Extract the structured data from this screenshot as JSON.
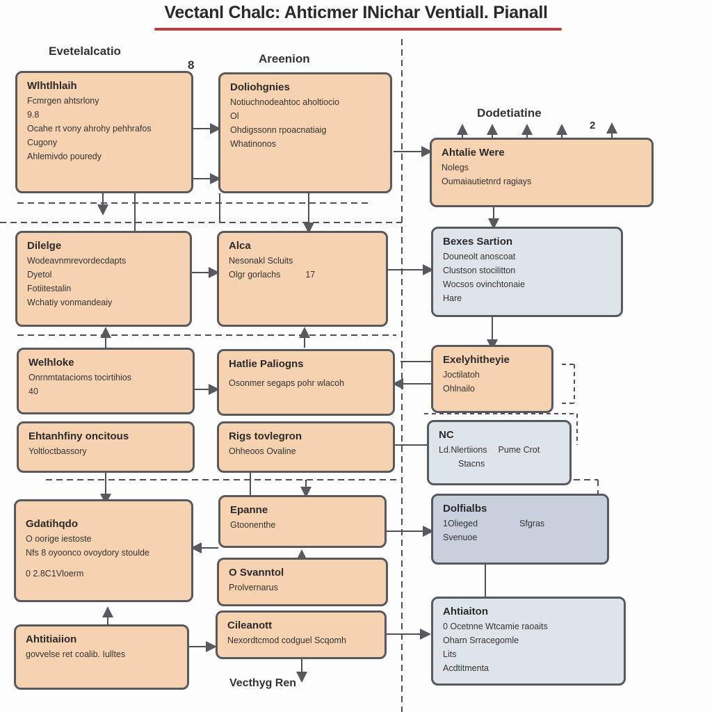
{
  "title": "Vectanl Chalc: Ahticmer INichar Ventiall. Pianall",
  "labels": {
    "left": "Evetelalcatio",
    "left_num": "8",
    "middle": "Areenion",
    "right": "Dodetiatine",
    "right_num": "2",
    "bottom": "Vecthyg Ren"
  },
  "boxes": [
    {
      "title": "Wlhtlhlaih",
      "lines": [
        "Fcmrgen ahtsrlony",
        "9.8",
        "Ocahe rt vony ahrohy pehhrafos",
        "Cugony",
        "Ahlemivdo pouredy"
      ]
    },
    {
      "title": "Doliohgnies",
      "lines": [
        "Notiuchnodeahtoc aholtiocio",
        "Ol",
        "Ohdigssonn rpoacnatiaig",
        "Whatinonos"
      ]
    },
    {
      "title": "Ahtalie Were",
      "lines": [
        "Nolegs",
        "Oumaiautietnrd ragiays"
      ]
    },
    {
      "title": "Dilelge",
      "lines": [
        "Wodeavnmrevordecdapts",
        "Dyetol",
        "Fotiitestalin",
        "Wchatiy vonmandeaiy"
      ]
    },
    {
      "title": "Alca",
      "lines": [
        "Nesonakl Scluits",
        "Olgr gorlachs",
        "17"
      ]
    },
    {
      "title": "Bexes Sartion",
      "lines": [
        "Douneolt anoscoat",
        "Clustson stocilitton",
        "Wocsos ovinchtonaie",
        "Hare"
      ]
    },
    {
      "title": "Welhloke",
      "lines": [
        "Onrnmtatacioms tocirtihios",
        "40"
      ]
    },
    {
      "title": "Hatlie Paliogns",
      "lines": [
        "Osonmer segaps pohr wlacoh"
      ]
    },
    {
      "title": "Exelyhitheyie",
      "lines": [
        "Joctilatoh",
        "Ohlnailo"
      ]
    },
    {
      "title": "Ehtanhfiny oncitous",
      "lines": [
        "Yoltloctbassory"
      ]
    },
    {
      "title": "Rigs tovlegron",
      "lines": [
        "Ohheoos Ovaline"
      ]
    },
    {
      "title": "NC",
      "lines": [
        "Ld.Nlertiions",
        "Pume Crot",
        "Stacns"
      ]
    },
    {
      "title": "Gdatihqdo",
      "lines": [
        "O oorige iestoste",
        "Nfs 8 oyoonco ovoydory stoulde",
        "0 2.8C1Vloerm"
      ]
    },
    {
      "title": "Epanne",
      "lines": [
        "Gtoonenthe"
      ]
    },
    {
      "title": "Dolfialbs",
      "lines": [
        "1Olieged",
        "Sfgras",
        "Svenuoe"
      ]
    },
    {
      "title": "O Svanntol",
      "lines": [
        "Prolvernarus"
      ]
    },
    {
      "title": "Ahtitiaiion",
      "lines": [
        "govvelse ret coalib. Iulltes"
      ]
    },
    {
      "title": "Cileanott",
      "lines": [
        "Nexordtcmod codguel Scqomh"
      ]
    },
    {
      "title": "Ahtiaiton",
      "lines": [
        "0 Ocetnne Wtcamie raoaits",
        "Oharn Srracegomle",
        "Lits",
        "Acdtitmenta"
      ]
    }
  ],
  "colors": {
    "orange": "#f7d2b0",
    "blue": "#dde4ea",
    "blue_dark": "#c7d0dc",
    "border": "#57595f",
    "rule": "#b0413e"
  }
}
